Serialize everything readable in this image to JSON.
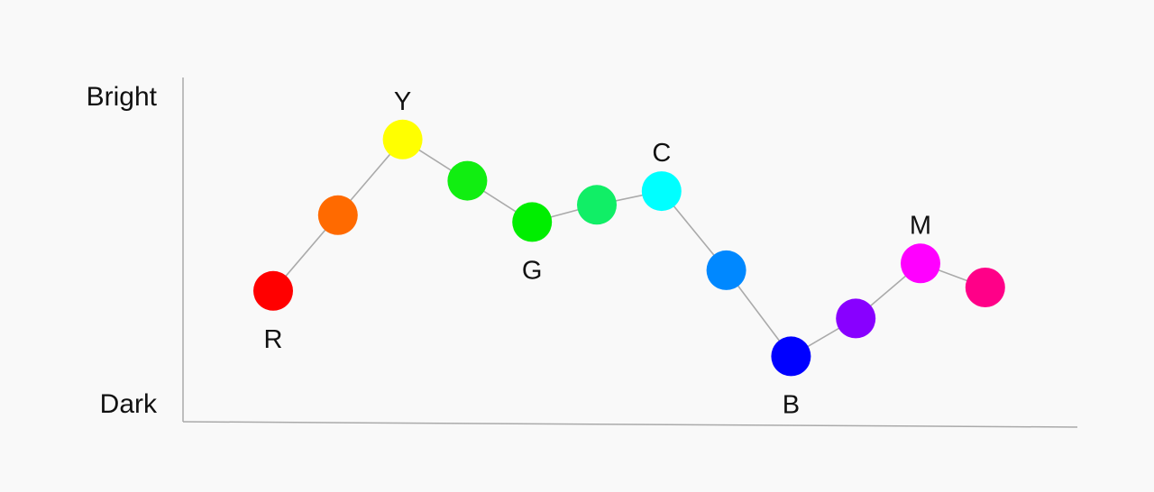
{
  "chart_data": {
    "type": "line",
    "title": "",
    "xlabel": "",
    "ylabel": "",
    "y_top_label": "Bright",
    "y_bottom_label": "Dark",
    "ylim": [
      0,
      100
    ],
    "grid": false,
    "line_color": "#aaaaaa",
    "axis_color": "#aaaaaa",
    "points": [
      {
        "x": 1,
        "y": 38,
        "color": "#ff0000",
        "label": "R",
        "label_pos": "below"
      },
      {
        "x": 2,
        "y": 60,
        "color": "#ff6a00",
        "label": "",
        "label_pos": ""
      },
      {
        "x": 3,
        "y": 82,
        "color": "#ffff00",
        "label": "Y",
        "label_pos": "above"
      },
      {
        "x": 4,
        "y": 70,
        "color": "#11ee11",
        "label": "",
        "label_pos": ""
      },
      {
        "x": 5,
        "y": 58,
        "color": "#00ee00",
        "label": "G",
        "label_pos": "below"
      },
      {
        "x": 6,
        "y": 63,
        "color": "#11ee66",
        "label": "",
        "label_pos": ""
      },
      {
        "x": 7,
        "y": 67,
        "color": "#00ffff",
        "label": "C",
        "label_pos": "above"
      },
      {
        "x": 8,
        "y": 44,
        "color": "#0088ff",
        "label": "",
        "label_pos": ""
      },
      {
        "x": 9,
        "y": 19,
        "color": "#0000ff",
        "label": "B",
        "label_pos": "below"
      },
      {
        "x": 10,
        "y": 30,
        "color": "#8800ff",
        "label": "",
        "label_pos": ""
      },
      {
        "x": 11,
        "y": 46,
        "color": "#ff00ff",
        "label": "M",
        "label_pos": "above"
      },
      {
        "x": 12,
        "y": 39,
        "color": "#ff0088",
        "label": "",
        "label_pos": ""
      }
    ]
  }
}
